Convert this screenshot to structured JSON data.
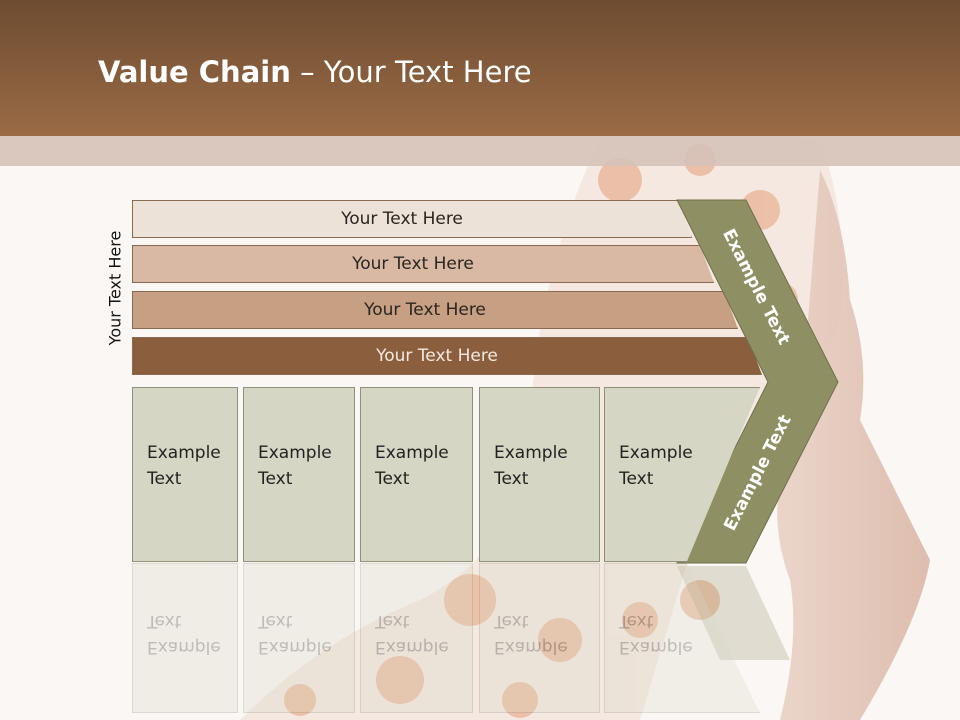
{
  "title": {
    "bold": "Value Chain",
    "rest": " – Your Text Here"
  },
  "side_label": "Your Text Here",
  "rows": [
    {
      "label": "Your Text Here",
      "color": "#ede2d8"
    },
    {
      "label": "Your Text Here",
      "color": "#d9b9a3"
    },
    {
      "label": "Your Text Here",
      "color": "#c79f82"
    },
    {
      "label": "Your Text Here",
      "color": "#8b5f3d"
    }
  ],
  "boxes": [
    {
      "line1": "Example",
      "line2": "Text"
    },
    {
      "line1": "Example",
      "line2": "Text"
    },
    {
      "line1": "Example",
      "line2": "Text"
    },
    {
      "line1": "Example",
      "line2": "Text"
    },
    {
      "line1": "Example",
      "line2": "Text"
    }
  ],
  "chevron": {
    "upper_label": "Example Text",
    "lower_label": "Example Text",
    "color": "#8e8f63"
  }
}
